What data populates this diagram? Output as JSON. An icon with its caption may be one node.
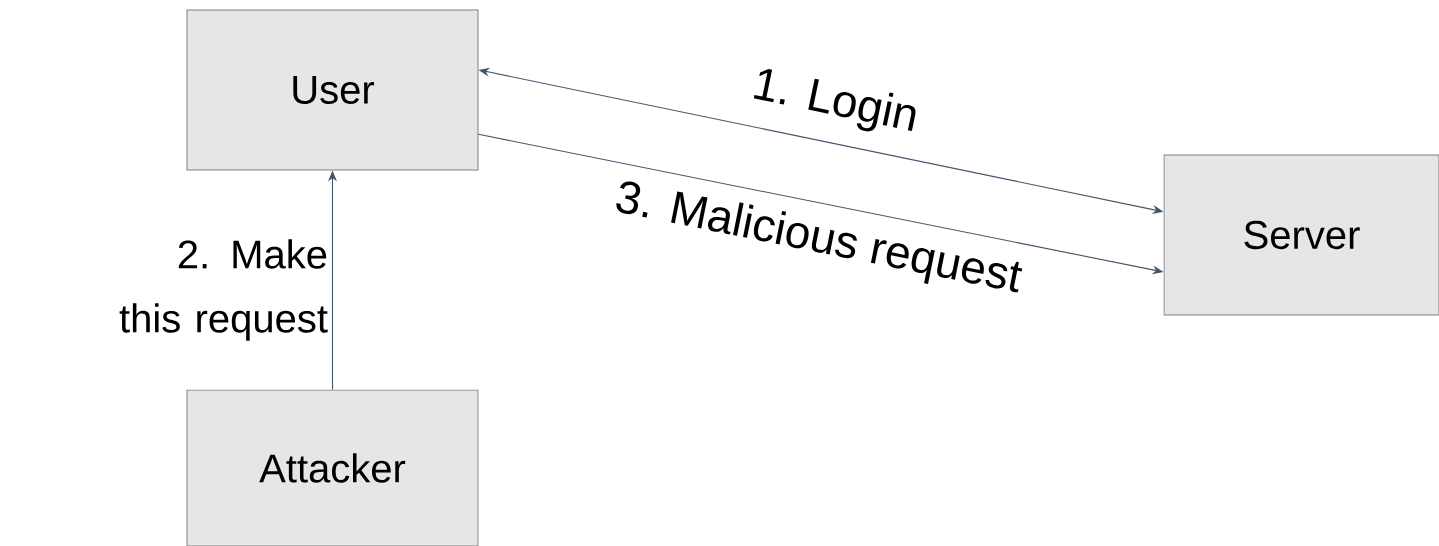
{
  "diagram": {
    "nodes": [
      {
        "text": [
          "User"
        ]
      },
      {
        "text": [
          "Server"
        ]
      },
      {
        "text": [
          "Attacker"
        ]
      }
    ],
    "edges": [
      {
        "from": 0,
        "to": 1,
        "arrow": "both",
        "label": "1. Login"
      },
      {
        "from": 2,
        "to": 0,
        "arrow": "to",
        "label": "2. Make this request"
      },
      {
        "from": 0,
        "to": 1,
        "arrow": "to",
        "label": "3. Malicious request"
      }
    ]
  }
}
